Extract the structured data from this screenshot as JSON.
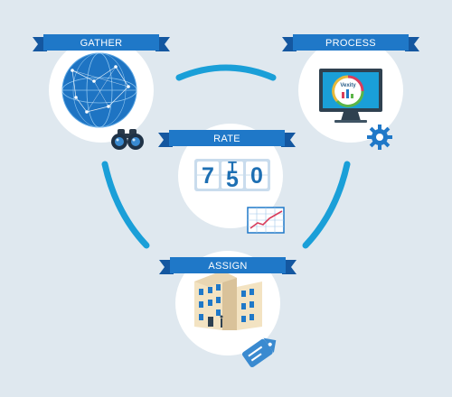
{
  "stages": {
    "gather": {
      "label": "GATHER"
    },
    "process": {
      "label": "PROCESS"
    },
    "rate": {
      "label": "RATE"
    },
    "assign": {
      "label": "ASSIGN"
    }
  },
  "rate_counter": {
    "digits": [
      "7",
      "5",
      "0"
    ],
    "top_fragment": "T"
  },
  "monitor_badge": {
    "text": "Vexity"
  },
  "colors": {
    "background": "#dfe8ef",
    "ribbon": "#1f78c8",
    "ribbon_shadow": "#1457a0",
    "cycle_arc": "#1a9fd8",
    "circle": "#ffffff",
    "accent_red": "#d93d5b",
    "accent_green": "#5bb548"
  }
}
